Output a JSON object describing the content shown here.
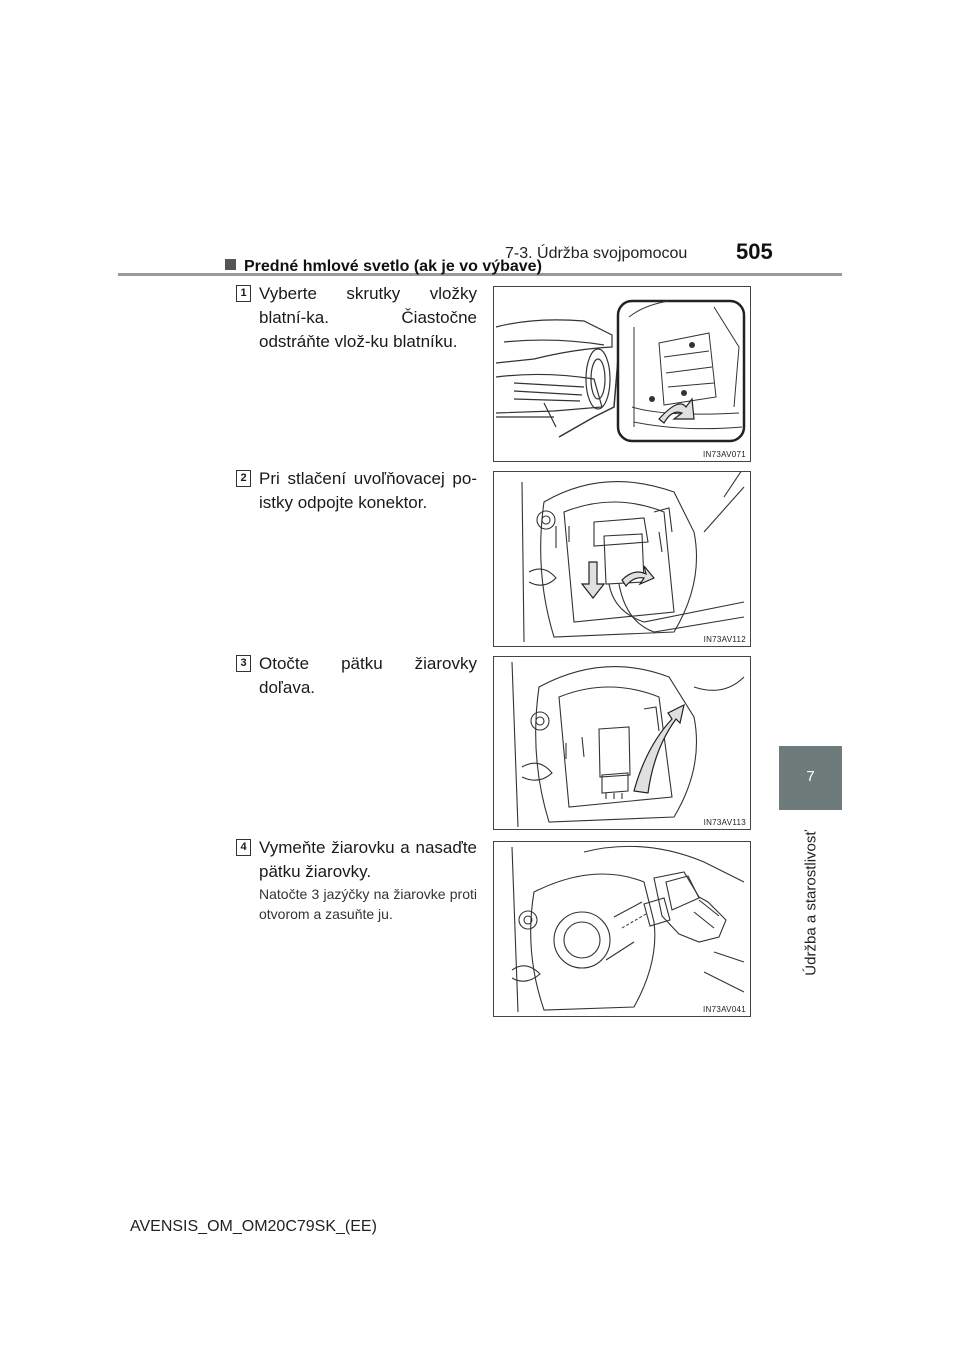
{
  "header": {
    "section": "7-3. Údržba svojpomocou",
    "page_number": "505"
  },
  "chapter": {
    "number": "7",
    "title": "Údržba a starostlivosť"
  },
  "section": {
    "heading": "Predné hmlové svetlo (ak je vo výbave)"
  },
  "steps": [
    {
      "number": "1",
      "text": "Vyberte skrutky vložky blatní-ka. Čiastočne odstráňte vlož-ku blatníku.",
      "figure_code": "IN73AV071"
    },
    {
      "number": "2",
      "text": "Pri stlačení uvoľňovacej po-istky odpojte konektor.",
      "figure_code": "IN73AV112"
    },
    {
      "number": "3",
      "text": "Otočte pätku žiarovky doľava.",
      "figure_code": "IN73AV113"
    },
    {
      "number": "4",
      "text": "Vymeňte žiarovku a nasaďte pätku žiarovky.",
      "note": "Natočte 3 jazýčky na žiarovke proti otvorom a zasuňte ju.",
      "figure_code": "IN73AV041"
    }
  ],
  "footer": {
    "document_id": "AVENSIS_OM_OM20C79SK_(EE)"
  },
  "colors": {
    "chapter_tab": "#6f7b7a",
    "arrow_fill": "#e0e0e0",
    "line": "#333333"
  }
}
